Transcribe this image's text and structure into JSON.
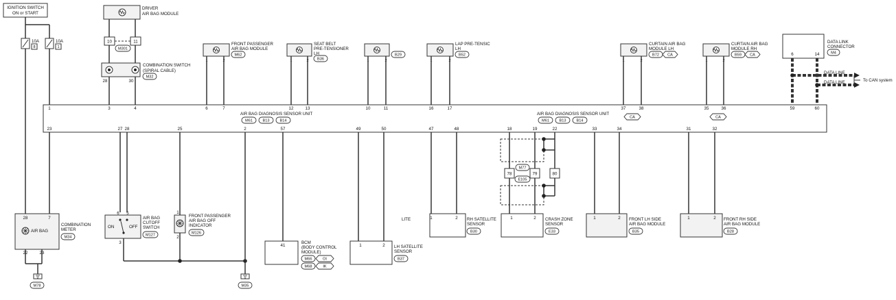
{
  "ignition": {
    "line1": "IGNITION SWITCH",
    "line2": "ON or START"
  },
  "fuses": [
    {
      "rating": "10A",
      "number": "8"
    },
    {
      "rating": "10A",
      "number": "1"
    }
  ],
  "driver_module": {
    "line1": "DRIVER",
    "line2": "AIR BAG MODULE",
    "pins": [
      "10",
      "11"
    ],
    "connector": "M301"
  },
  "spiral": {
    "line1": "COMBINATION SWITCH",
    "line2": "(SPIRAL CABLE)",
    "pins": [
      "28",
      "30"
    ],
    "connector": "M32"
  },
  "top_components": [
    {
      "line1": "FRONT PASSENGER",
      "line2": "AIR BAG MODULE",
      "line3": "",
      "connector": "M62",
      "tag": ""
    },
    {
      "line1": "SEAT BELT",
      "line2": "PRE-TENSIONER",
      "line3": "LH",
      "connector": "B36",
      "tag": ""
    },
    {
      "line1": "",
      "line2": "",
      "line3": "",
      "connector": "B29",
      "tag": ""
    },
    {
      "line1": "LAP PRE-TENSIC",
      "line2": "LH",
      "line3": "",
      "connector": "B52",
      "tag": ""
    },
    {
      "line1": "CURTAIN AIR BAG",
      "line2": "MODULE LH",
      "line3": "",
      "connector": "B72",
      "tag": "CA"
    },
    {
      "line1": "CURTAIN AIR BAG",
      "line2": "MODULE RH",
      "line3": "",
      "connector": "B59",
      "tag": "CA"
    }
  ],
  "pin_one": "1",
  "pin_two": "2",
  "data_link": {
    "line1": "DATA LINK",
    "line2": "CONNECTOR",
    "connector": "M4",
    "pins": [
      "6",
      "14"
    ],
    "data_line": "DATA LINE",
    "to_can": "To CAN system"
  },
  "sensor_unit": {
    "name": "AIR BAG DIAGNOSIS SENSOR UNIT",
    "connectors": [
      "M61",
      "B13",
      "B14"
    ],
    "tag": "CA",
    "top_pins": [
      "1",
      "3",
      "4",
      "6",
      "7",
      "12",
      "13",
      "10",
      "11",
      "16",
      "17",
      "37",
      "38",
      "35",
      "36",
      "59",
      "60"
    ],
    "bottom_pins": [
      "23",
      "27",
      "28",
      "25",
      "2",
      "57",
      "49",
      "50",
      "47",
      "48",
      "18",
      "19",
      "22",
      "33",
      "34",
      "31",
      "32"
    ]
  },
  "meter": {
    "line1": "COMBINATION",
    "line2": "METER",
    "connector": "M34",
    "lamp": "AIR BAG",
    "pins_top": [
      "28",
      "7"
    ],
    "pins_bottom": [
      "22",
      "23"
    ],
    "ground": "M78"
  },
  "cutoff": {
    "line1": "AIR BAG",
    "line2": "CUTOFF",
    "line3": "SWITCH",
    "connector": "M127",
    "pins": [
      "6",
      "5",
      "3"
    ],
    "on": "ON",
    "off": "OFF"
  },
  "indicator": {
    "line1": "FRONT PASSENGER",
    "line2": "AIR BAG OFF",
    "line3": "INDICATOR",
    "connector": "M126",
    "pins": [
      "1",
      "2"
    ]
  },
  "ground2": "M35",
  "bcm": {
    "line1": "BCM",
    "line2": "(BODY CONTROL",
    "line3": "MODULE)",
    "pin": "41",
    "connectors": [
      "M66",
      "M68"
    ],
    "tags": [
      "OI",
      "IK"
    ]
  },
  "lh_satellite": {
    "line1": "LH SATELLITE",
    "line2": "SENSOR",
    "connector": "B37"
  },
  "rh_satellite": {
    "line1": "RH SATELLITE",
    "line2": "SENSOR",
    "connector": "B30",
    "prefix": "LITE"
  },
  "crash_zone": {
    "line1": "CRASH ZONE",
    "line2": "SENSOR",
    "connector": "E33"
  },
  "junction": {
    "pins": [
      "78",
      "79",
      "80"
    ],
    "connectors": [
      "M77",
      "E105"
    ]
  },
  "front_lh": {
    "line1": "FRONT LH SIDE",
    "line2": "AIR BAG MODULE",
    "connector": "B35"
  },
  "front_rh": {
    "line1": "FRONT RH SIDE",
    "line2": "AIR BAG MODULE",
    "connector": "B28"
  }
}
